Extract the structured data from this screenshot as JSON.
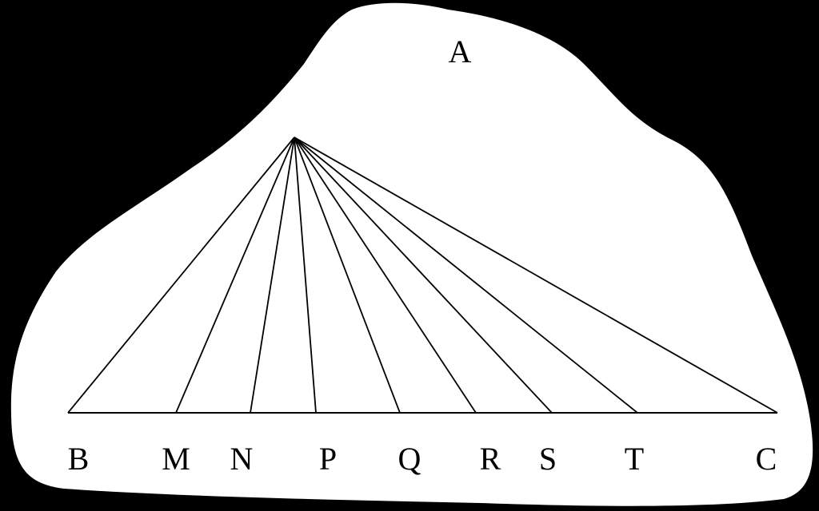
{
  "diagram": {
    "apex_label": "A",
    "base_labels": [
      "B",
      "M",
      "N",
      "P",
      "Q",
      "R",
      "S",
      "T",
      "C"
    ],
    "colors": {
      "background": "#000000",
      "paper": "#ffffff",
      "ink": "#000000"
    }
  }
}
